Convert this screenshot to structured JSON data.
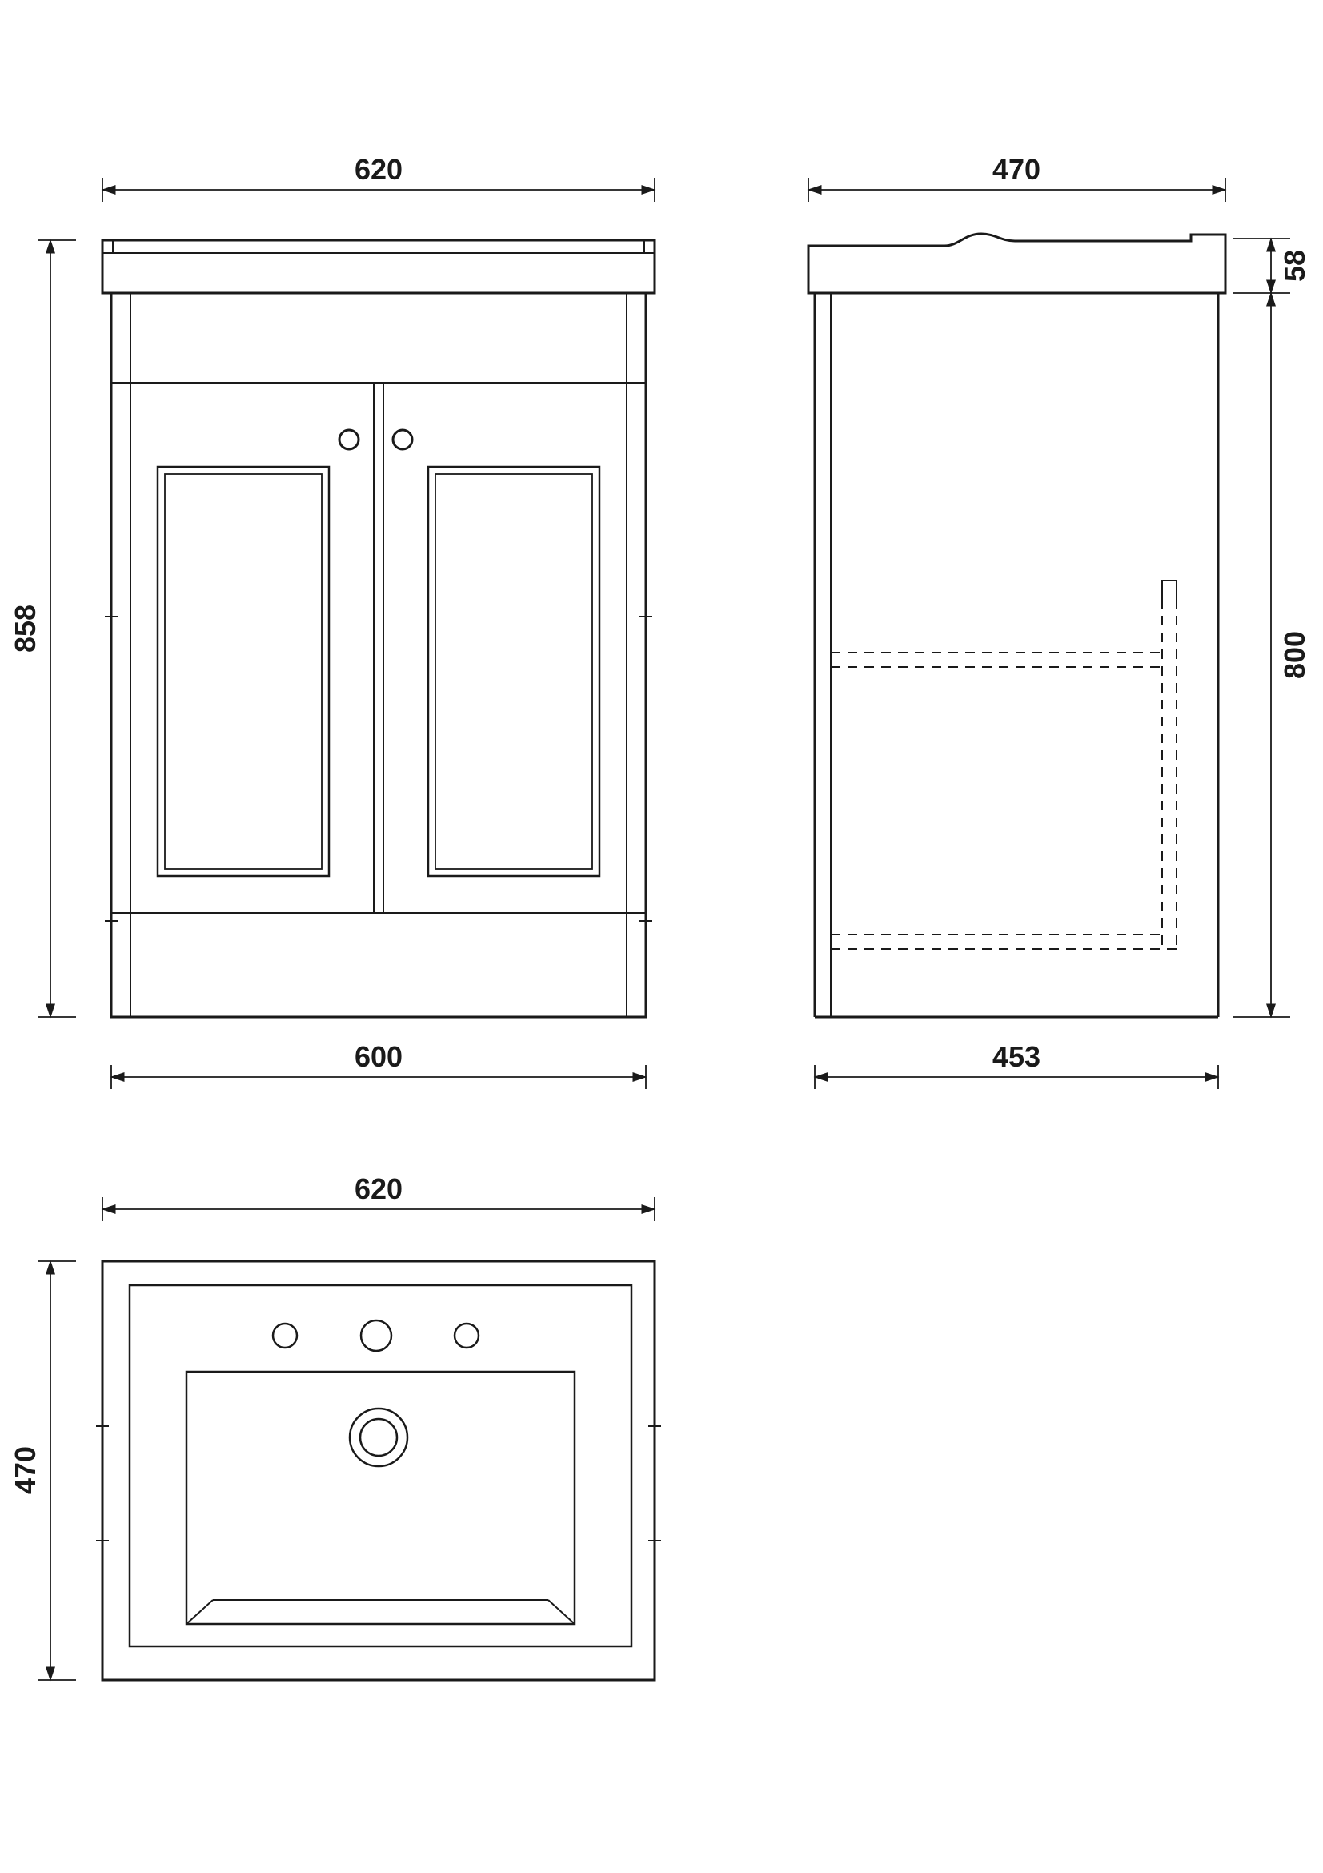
{
  "colors": {
    "line": "#1a1a1a",
    "background": "#ffffff"
  },
  "views": {
    "front": {
      "width_top": "620",
      "height": "858",
      "width_bottom": "600"
    },
    "side": {
      "depth_top": "470",
      "worktop_height": "58",
      "cabinet_height": "800",
      "depth_bottom": "453"
    },
    "plan": {
      "width": "620",
      "depth": "470"
    }
  }
}
